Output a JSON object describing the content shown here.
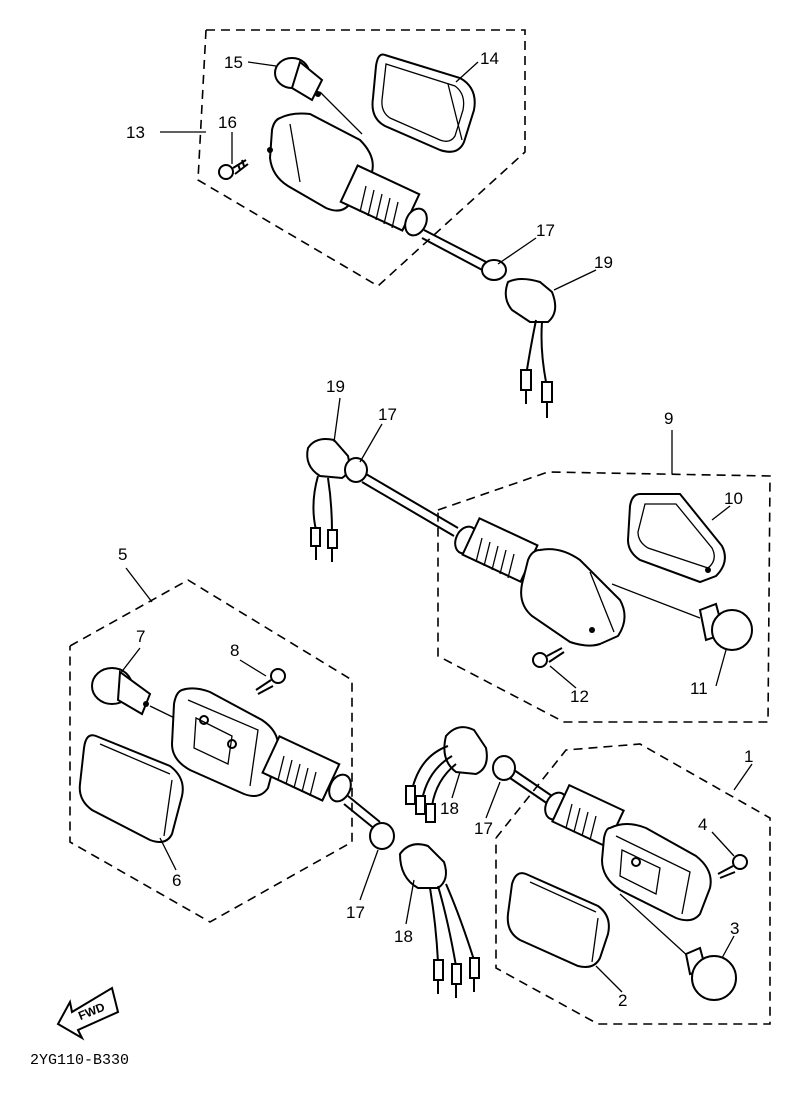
{
  "callouts": {
    "c1": "1",
    "c2": "2",
    "c3": "3",
    "c4": "4",
    "c5": "5",
    "c6": "6",
    "c7": "7",
    "c8": "8",
    "c9": "9",
    "c10": "10",
    "c11": "11",
    "c12": "12",
    "c13": "13",
    "c14": "14",
    "c15": "15",
    "c16": "16",
    "c17a": "17",
    "c17b": "17",
    "c17c": "17",
    "c17d": "17",
    "c18a": "18",
    "c18b": "18",
    "c19a": "19",
    "c19b": "19"
  },
  "fwd_label": "FWD",
  "drawing_code": "2YG110-B330"
}
